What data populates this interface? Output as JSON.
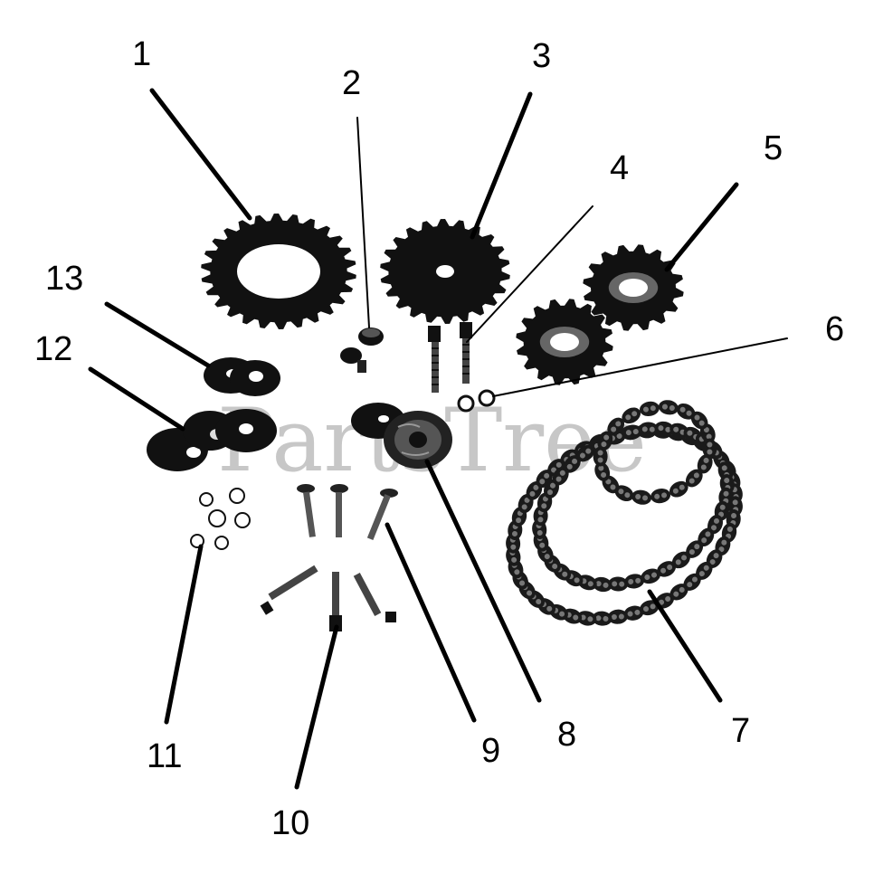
{
  "watermark": "PartsTree",
  "callouts": [
    {
      "id": "1",
      "label": "1"
    },
    {
      "id": "2",
      "label": "2"
    },
    {
      "id": "3",
      "label": "3"
    },
    {
      "id": "4",
      "label": "4"
    },
    {
      "id": "5",
      "label": "5"
    },
    {
      "id": "6",
      "label": "6"
    },
    {
      "id": "7",
      "label": "7"
    },
    {
      "id": "8",
      "label": "8"
    },
    {
      "id": "9",
      "label": "9"
    },
    {
      "id": "10",
      "label": "10"
    },
    {
      "id": "11",
      "label": "11"
    },
    {
      "id": "12",
      "label": "12"
    },
    {
      "id": "13",
      "label": "13"
    }
  ],
  "icons": {
    "large_sprocket": "sprocket-icon",
    "medium_sprocket": "sprocket-icon",
    "small_sprocket": "sprocket-icon",
    "chain": "roller-chain-icon",
    "washer": "washer-icon",
    "bolt": "bolt-icon",
    "nut": "nut-icon"
  }
}
